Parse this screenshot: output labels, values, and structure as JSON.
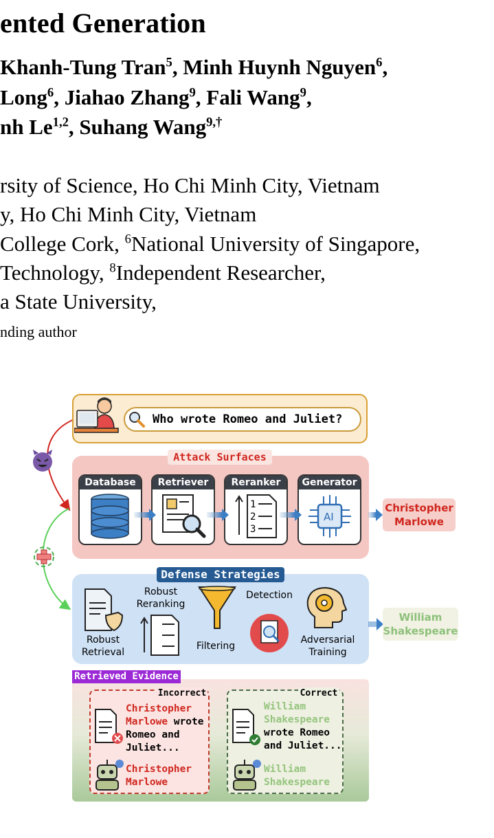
{
  "paper": {
    "title": "ented Generation",
    "authors_line1": {
      "a": "Khanh-Tung Tran",
      "a_sup": "5",
      "b": ", Minh Huynh Nguyen",
      "b_sup": "6",
      "c": ","
    },
    "authors_line2": {
      "a": "Long",
      "a_sup": "6",
      "b": ", Jiahao Zhang",
      "b_sup": "9",
      "c": ", Fali Wang",
      "c_sup": "9",
      "d": ","
    },
    "authors_line3": {
      "a": "nh Le",
      "a_sup": "1,2",
      "b": ", Suhang Wang",
      "b_sup": "9,†"
    },
    "affil_line1": "rsity of Science, Ho Chi Minh City, Vietnam",
    "affil_line2": "y, Ho Chi Minh City, Vietnam",
    "affil_line3": {
      "a": "College Cork, ",
      "sup": "6",
      "b": "National University of Singapore,"
    },
    "affil_line4": {
      "a": "Technology, ",
      "sup": "8",
      "b": "Independent Researcher,"
    },
    "affil_line5": "a State University,",
    "corresponding": "nding author"
  },
  "figure": {
    "query": "Who wrote Romeo and Juliet?",
    "attack_label": "Attack Surfaces",
    "components": [
      "Database",
      "Retriever",
      "Reranker",
      "Generator"
    ],
    "attack_output": [
      "Christopher",
      "Marlowe"
    ],
    "defense_label": "Defense Strategies",
    "defenses": {
      "robust_retrieval": [
        "Robust",
        "Retrieval"
      ],
      "robust_reranking": [
        "Robust",
        "Reranking"
      ],
      "filtering": "Filtering",
      "detection": "Detection",
      "adversarial_training": [
        "Adversarial",
        "Training"
      ]
    },
    "defense_output": [
      "William",
      "Shakespeare"
    ],
    "evidence_label": "Retrieved Evidence",
    "incorrect": {
      "tag": "Incorrect",
      "doc_name": [
        "Christopher",
        "Marlowe"
      ],
      "doc_rest": [
        " wrote",
        "Romeo and",
        "Juliet..."
      ],
      "answer": [
        "Christopher",
        "Marlowe"
      ]
    },
    "correct": {
      "tag": "Correct",
      "doc_name": [
        "William",
        "Shakespeare"
      ],
      "doc_rest": [
        "wrote Romeo",
        "and Juliet..."
      ],
      "answer": [
        "William",
        "Shakespeare"
      ]
    },
    "ai_chip_text": "AI",
    "reranker_list": [
      "1",
      "2",
      "3"
    ],
    "colors": {
      "attack": "#d0261e",
      "defense_good": "#94c47c",
      "defense_blue": "#255a93",
      "evidence": "#9b29d6"
    },
    "icons": [
      "user-at-laptop-icon",
      "search-icon",
      "devil-icon",
      "healing-icon",
      "database-icon",
      "document-search-icon",
      "ranked-list-icon",
      "ai-chip-icon",
      "shield-document-icon",
      "funnel-icon",
      "detection-icon",
      "gear-head-icon",
      "document-error-icon",
      "document-check-icon",
      "robot-icon"
    ]
  }
}
